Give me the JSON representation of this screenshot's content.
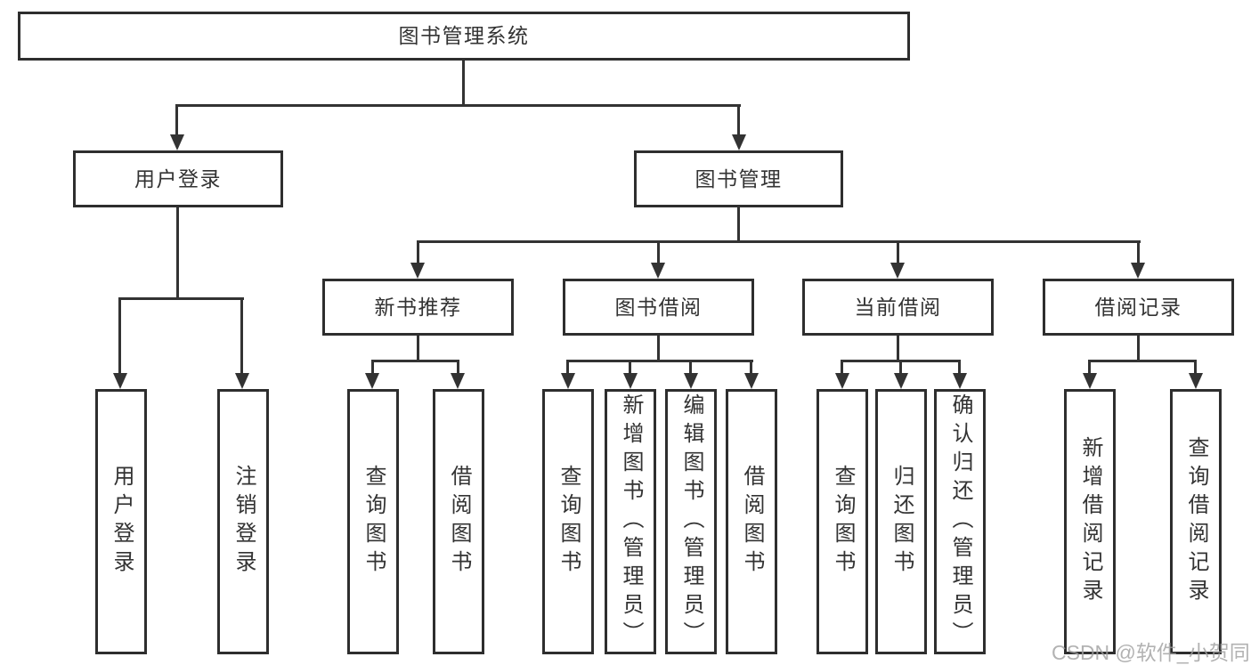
{
  "diagram": {
    "type": "tree",
    "root": {
      "label": "图书管理系统"
    },
    "branches": [
      {
        "label": "用户登录",
        "children": [
          {
            "label": "用户登录"
          },
          {
            "label": "注销登录"
          }
        ]
      },
      {
        "label": "图书管理",
        "children": [
          {
            "label": "新书推荐",
            "children": [
              {
                "label": "查询图书"
              },
              {
                "label": "借阅图书"
              }
            ]
          },
          {
            "label": "图书借阅",
            "children": [
              {
                "label": "查询图书"
              },
              {
                "label": "新增图书（管理员）"
              },
              {
                "label": "编辑图书（管理员）"
              },
              {
                "label": "借阅图书"
              }
            ]
          },
          {
            "label": "当前借阅",
            "children": [
              {
                "label": "查询图书"
              },
              {
                "label": "归还图书"
              },
              {
                "label": "确认归还（管理员）"
              }
            ]
          },
          {
            "label": "借阅记录",
            "children": [
              {
                "label": "新增借阅记录"
              },
              {
                "label": "查询借阅记录"
              }
            ]
          }
        ]
      }
    ]
  },
  "watermark": {
    "text": "CSDN @软件_小贺同学"
  },
  "colors": {
    "background": "#ffffff",
    "line": "#333333",
    "box_border": "#2e2e2e",
    "text": "#333333",
    "watermark": "#9f9f9f"
  }
}
